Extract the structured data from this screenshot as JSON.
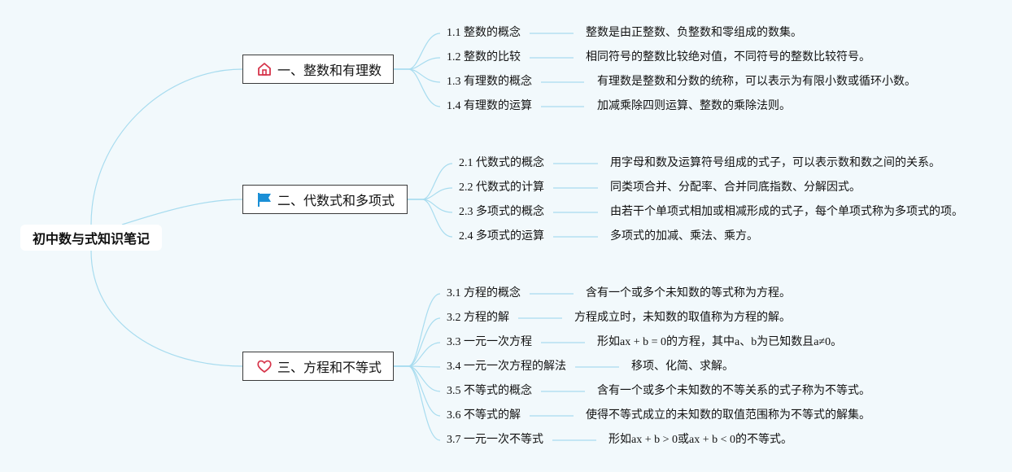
{
  "root": {
    "label": "初中数与式知识笔记"
  },
  "colors": {
    "line": "#a8dcef",
    "background": "#f2f9fc",
    "home_icon": "#d6344a",
    "flag_icon": "#1a8fd6",
    "heart_icon": "#d6344a"
  },
  "branches": [
    {
      "label": "一、整数和有理数",
      "icon": "home-icon",
      "items": [
        {
          "title": "1.1 整数的概念",
          "desc": "整数是由正整数、负整数和零组成的数集。"
        },
        {
          "title": "1.2 整数的比较",
          "desc": "相同符号的整数比较绝对值，不同符号的整数比较符号。"
        },
        {
          "title": "1.3 有理数的概念",
          "desc": "有理数是整数和分数的统称，可以表示为有限小数或循环小数。"
        },
        {
          "title": "1.4 有理数的运算",
          "desc": "加减乘除四则运算、整数的乘除法则。"
        }
      ]
    },
    {
      "label": "二、代数式和多项式",
      "icon": "flag-icon",
      "items": [
        {
          "title": "2.1 代数式的概念",
          "desc": "用字母和数及运算符号组成的式子，可以表示数和数之间的关系。"
        },
        {
          "title": "2.2 代数式的计算",
          "desc": "同类项合并、分配率、合并同底指数、分解因式。"
        },
        {
          "title": "2.3 多项式的概念",
          "desc": "由若干个单项式相加或相减形成的式子，每个单项式称为多项式的项。"
        },
        {
          "title": "2.4 多项式的运算",
          "desc": "多项式的加减、乘法、乘方。"
        }
      ]
    },
    {
      "label": "三、方程和不等式",
      "icon": "heart-icon",
      "items": [
        {
          "title": "3.1 方程的概念",
          "desc": "含有一个或多个未知数的等式称为方程。"
        },
        {
          "title": "3.2 方程的解",
          "desc": "方程成立时，未知数的取值称为方程的解。"
        },
        {
          "title": "3.3 一元一次方程",
          "desc": "形如ax + b = 0的方程，其中a、b为已知数且a≠0。"
        },
        {
          "title": "3.4 一元一次方程的解法",
          "desc": "移项、化简、求解。"
        },
        {
          "title": "3.5 不等式的概念",
          "desc": "含有一个或多个未知数的不等关系的式子称为不等式。"
        },
        {
          "title": "3.6 不等式的解",
          "desc": "使得不等式成立的未知数的取值范围称为不等式的解集。"
        },
        {
          "title": "3.7 一元一次不等式",
          "desc": "形如ax + b > 0或ax + b < 0的不等式。"
        }
      ]
    }
  ]
}
